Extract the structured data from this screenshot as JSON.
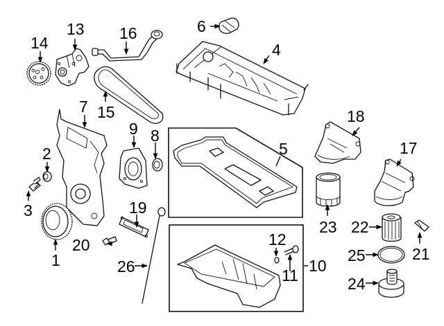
{
  "diagram": {
    "type": "exploded-parts-diagram",
    "background": "#ffffff",
    "ink_color": "#000000",
    "callouts": [
      {
        "id": "1",
        "label": "1",
        "part": "crankshaft-sprocket"
      },
      {
        "id": "2",
        "label": "2",
        "part": "seal"
      },
      {
        "id": "3",
        "label": "3",
        "part": "bolt"
      },
      {
        "id": "4",
        "label": "4",
        "part": "valve-cover"
      },
      {
        "id": "5",
        "label": "5",
        "part": "valve-cover-gasket"
      },
      {
        "id": "6",
        "label": "6",
        "part": "oil-filler-cap"
      },
      {
        "id": "7",
        "label": "7",
        "part": "timing-cover"
      },
      {
        "id": "8",
        "label": "8",
        "part": "seal"
      },
      {
        "id": "9",
        "label": "9",
        "part": "rear-main-seal-retainer"
      },
      {
        "id": "10",
        "label": "10",
        "part": "oil-pan"
      },
      {
        "id": "11",
        "label": "11",
        "part": "drain-plug"
      },
      {
        "id": "12",
        "label": "12",
        "part": "drain-plug-gasket"
      },
      {
        "id": "13",
        "label": "13",
        "part": "oil-pump"
      },
      {
        "id": "14",
        "label": "14",
        "part": "oil-pump-sprocket"
      },
      {
        "id": "15",
        "label": "15",
        "part": "oil-pump-chain"
      },
      {
        "id": "16",
        "label": "16",
        "part": "oil-pickup-tube"
      },
      {
        "id": "17",
        "label": "17",
        "part": "oil-filter-housing"
      },
      {
        "id": "18",
        "label": "18",
        "part": "oil-filter-adapter"
      },
      {
        "id": "19",
        "label": "19",
        "part": "cover-gasket"
      },
      {
        "id": "20",
        "label": "20",
        "part": "bolt"
      },
      {
        "id": "21",
        "label": "21",
        "part": "oil-pressure-sensor"
      },
      {
        "id": "22",
        "label": "22",
        "part": "oil-filter-element"
      },
      {
        "id": "23",
        "label": "23",
        "part": "oil-filter"
      },
      {
        "id": "24",
        "label": "24",
        "part": "oil-filter-cap"
      },
      {
        "id": "25",
        "label": "25",
        "part": "o-ring"
      },
      {
        "id": "26",
        "label": "26",
        "part": "dipstick"
      }
    ]
  }
}
